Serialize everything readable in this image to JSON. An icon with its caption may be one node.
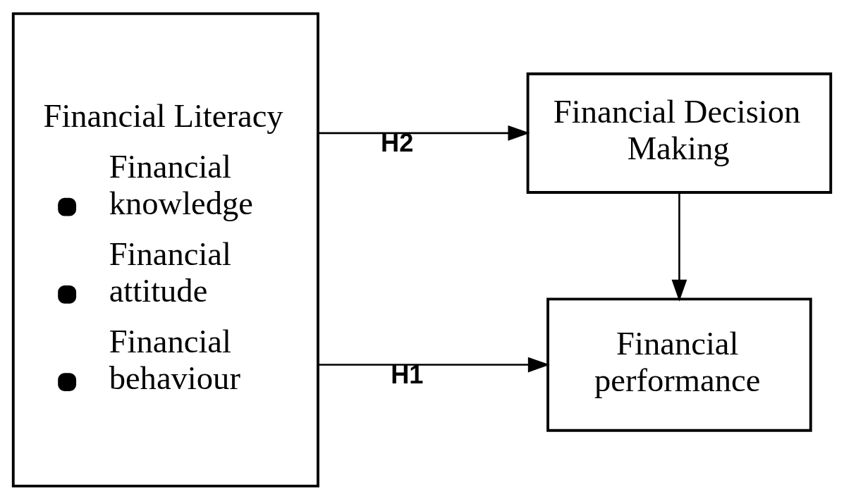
{
  "diagram": {
    "nodes": [
      {
        "text": [
          "Financial Literacy",
          "Financial knowledge",
          "Financial attitude",
          "Financial behaviour"
        ]
      },
      {
        "text": [
          "Financial Decision Making"
        ]
      },
      {
        "text": [
          "Financial performance"
        ]
      }
    ],
    "edges": [
      {
        "from": 0,
        "to": 1,
        "arrow": "to",
        "label": "H2"
      },
      {
        "from": 0,
        "to": 2,
        "arrow": "to",
        "label": "H1"
      },
      {
        "from": 1,
        "to": 2,
        "arrow": "to"
      }
    ]
  }
}
